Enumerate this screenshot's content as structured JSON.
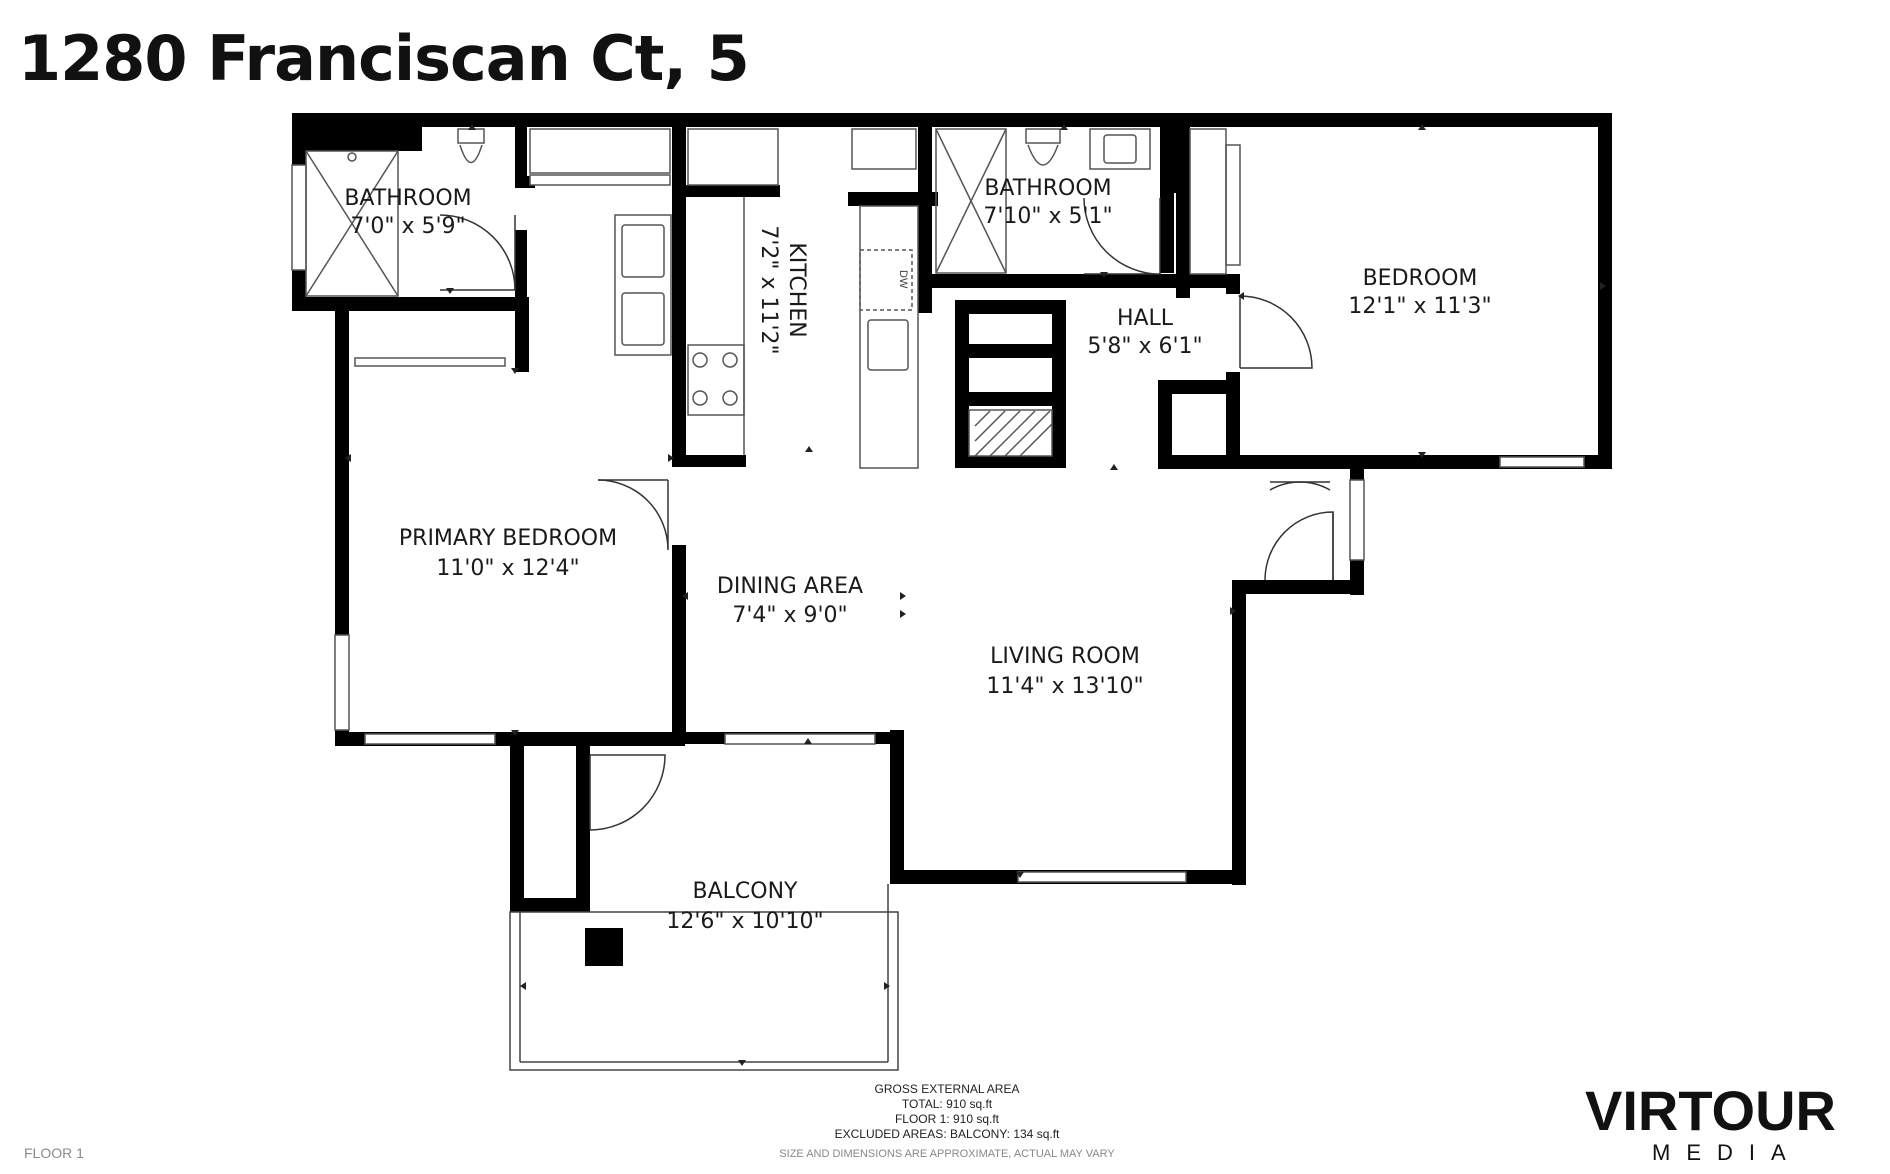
{
  "title": "1280 Franciscan Ct, 5",
  "colors": {
    "wall": "#000000",
    "fixture": "#555555",
    "background": "#ffffff"
  },
  "rooms": [
    {
      "id": "bathroom-1",
      "name": "BATHROOM",
      "dims": "7'0\" x 5'9\""
    },
    {
      "id": "bathroom-2",
      "name": "BATHROOM",
      "dims": "7'10\" x 5'1\""
    },
    {
      "id": "kitchen",
      "name": "KITCHEN",
      "dims": "7'2\" x 11'2\""
    },
    {
      "id": "hall",
      "name": "HALL",
      "dims": "5'8\" x 6'1\""
    },
    {
      "id": "bedroom",
      "name": "BEDROOM",
      "dims": "12'1\" x 11'3\""
    },
    {
      "id": "primary-bedroom",
      "name": "PRIMARY BEDROOM",
      "dims": "11'0\" x 12'4\""
    },
    {
      "id": "dining-area",
      "name": "DINING AREA",
      "dims": "7'4\" x 9'0\""
    },
    {
      "id": "living-room",
      "name": "LIVING ROOM",
      "dims": "11'4\" x 13'10\""
    },
    {
      "id": "balcony",
      "name": "BALCONY",
      "dims": "12'6\" x 10'10\""
    }
  ],
  "appliance_label": "DW",
  "footer": {
    "lines": [
      "GROSS EXTERNAL AREA",
      "TOTAL: 910 sq.ft",
      "FLOOR 1: 910 sq.ft",
      "EXCLUDED AREAS: BALCONY: 134 sq.ft"
    ],
    "disclaimer": "SIZE AND DIMENSIONS ARE APPROXIMATE, ACTUAL MAY VARY",
    "floor": "FLOOR 1"
  },
  "brand": {
    "name": "VIRTOUR",
    "sub": "MEDIA"
  }
}
